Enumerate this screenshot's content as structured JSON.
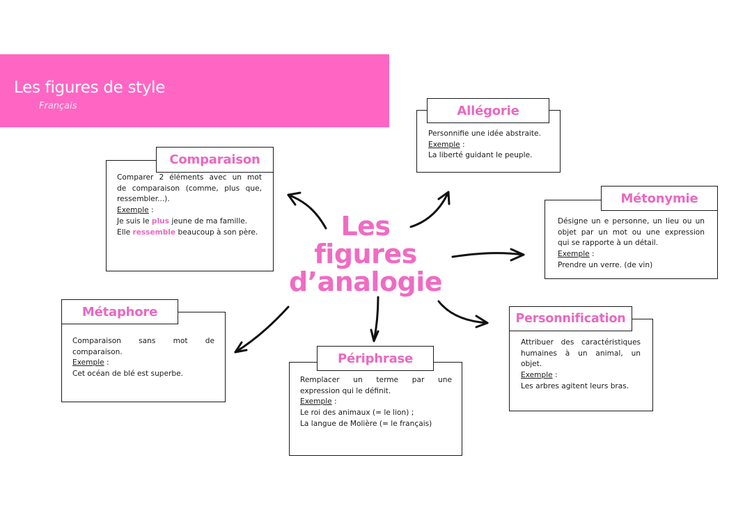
{
  "header": {
    "title": "Les figures de style",
    "subtitle": "Français",
    "banner_color": "#ff66c4"
  },
  "center": {
    "lines": [
      "Les",
      "figures",
      "d’analogie"
    ],
    "color": "#f06bc3"
  },
  "example_label": "Exemple",
  "cards": {
    "comparaison": {
      "title": "Comparaison",
      "definition": [
        "Comparer 2 éléments avec un mot",
        "de comparaison (comme, plus que,",
        "ressembler...)."
      ],
      "example": {
        "line1": {
          "before": "Je suis le ",
          "highlight": "plus",
          "after": " jeune de ma famille."
        },
        "line2": {
          "before": "Elle ",
          "highlight": "ressemble",
          "after": " beaucoup à son père."
        }
      }
    },
    "allegorie": {
      "title": "Allégorie",
      "definition": [
        "Personnifie une idée abstraite."
      ],
      "example": [
        "La liberté guidant le peuple."
      ]
    },
    "metonymie": {
      "title": "Métonymie",
      "definition": [
        "Désigne un e personne, un lieu ou un",
        "objet par un mot ou une expression",
        "qui se rapporte à un détail."
      ],
      "example": [
        "Prendre un verre. (de vin)"
      ]
    },
    "metaphore": {
      "title": "Métaphore",
      "definition": [
        "Comparaison sans mot de",
        "comparaison."
      ],
      "example": [
        "Cet océan de blé est superbe."
      ]
    },
    "periphrase": {
      "title": "Périphrase",
      "definition": [
        "Remplacer un terme par une",
        "expression qui le définit."
      ],
      "example": [
        "Le roi des animaux (= le lion) ;",
        "La langue de Molière (= le français)"
      ]
    },
    "personnification": {
      "title": "Personnification",
      "definition": [
        "Attribuer des caractéristiques",
        "humaines à un animal, un",
        "objet."
      ],
      "example": [
        "Les arbres agitent leurs bras."
      ]
    }
  },
  "colors": {
    "accent": "#ea68c0",
    "border": "#1a1a1a",
    "text": "#1a1a1a"
  }
}
